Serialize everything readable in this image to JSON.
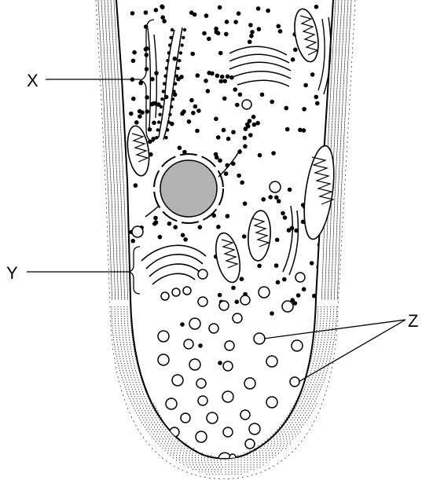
{
  "labels": {
    "x": "X",
    "y": "Y",
    "z": "Z"
  },
  "colors": {
    "line": "#000000",
    "nucleus_fill": "#b3b3b3",
    "background": "#ffffff"
  },
  "parts": [
    "cell-wall",
    "cell-membrane",
    "rough-endoplasmic-reticulum",
    "golgi-apparatus",
    "nucleus",
    "mitochondria",
    "vesicles",
    "ribosomes"
  ]
}
